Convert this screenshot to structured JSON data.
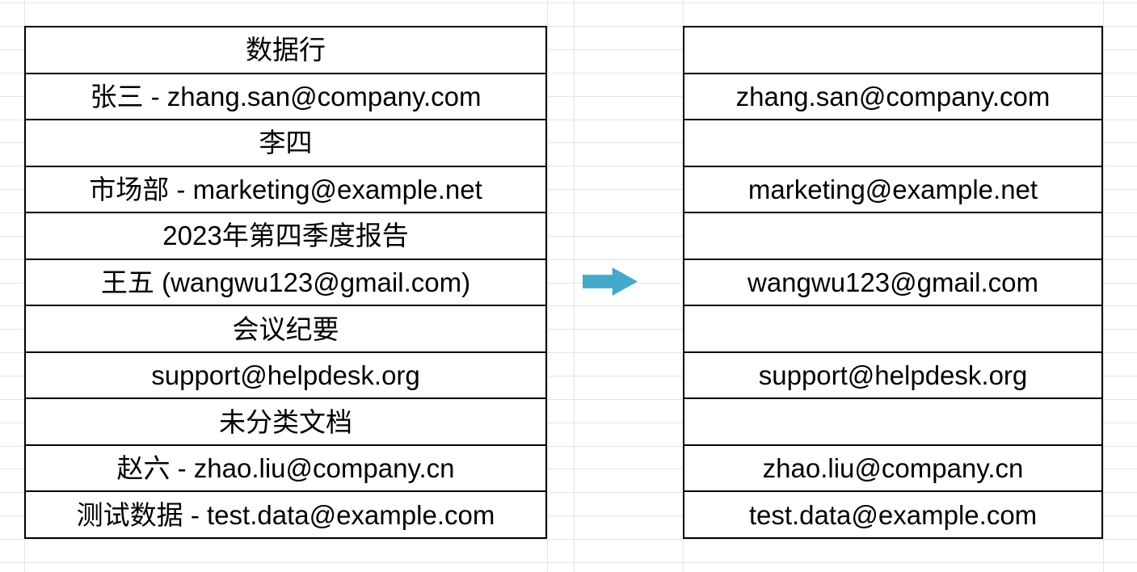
{
  "source_table": {
    "rows": [
      "数据行",
      "张三 - zhang.san@company.com",
      "李四",
      "市场部 - marketing@example.net",
      "2023年第四季度报告",
      "王五 (wangwu123@gmail.com)",
      "会议纪要",
      "support@helpdesk.org",
      "未分类文档",
      "赵六 - zhao.liu@company.cn",
      "测试数据 - test.data@example.com"
    ]
  },
  "result_table": {
    "rows": [
      "",
      "zhang.san@company.com",
      "",
      "marketing@example.net",
      "",
      "wangwu123@gmail.com",
      "",
      "support@helpdesk.org",
      "",
      "zhao.liu@company.cn",
      "test.data@example.com"
    ]
  },
  "arrow": {
    "direction": "right",
    "color": "#44a9c9"
  },
  "colors": {
    "table_border": "#000000",
    "cell_background": "#ffffff",
    "gridline": "#e4e4e4",
    "text": "#000000"
  }
}
